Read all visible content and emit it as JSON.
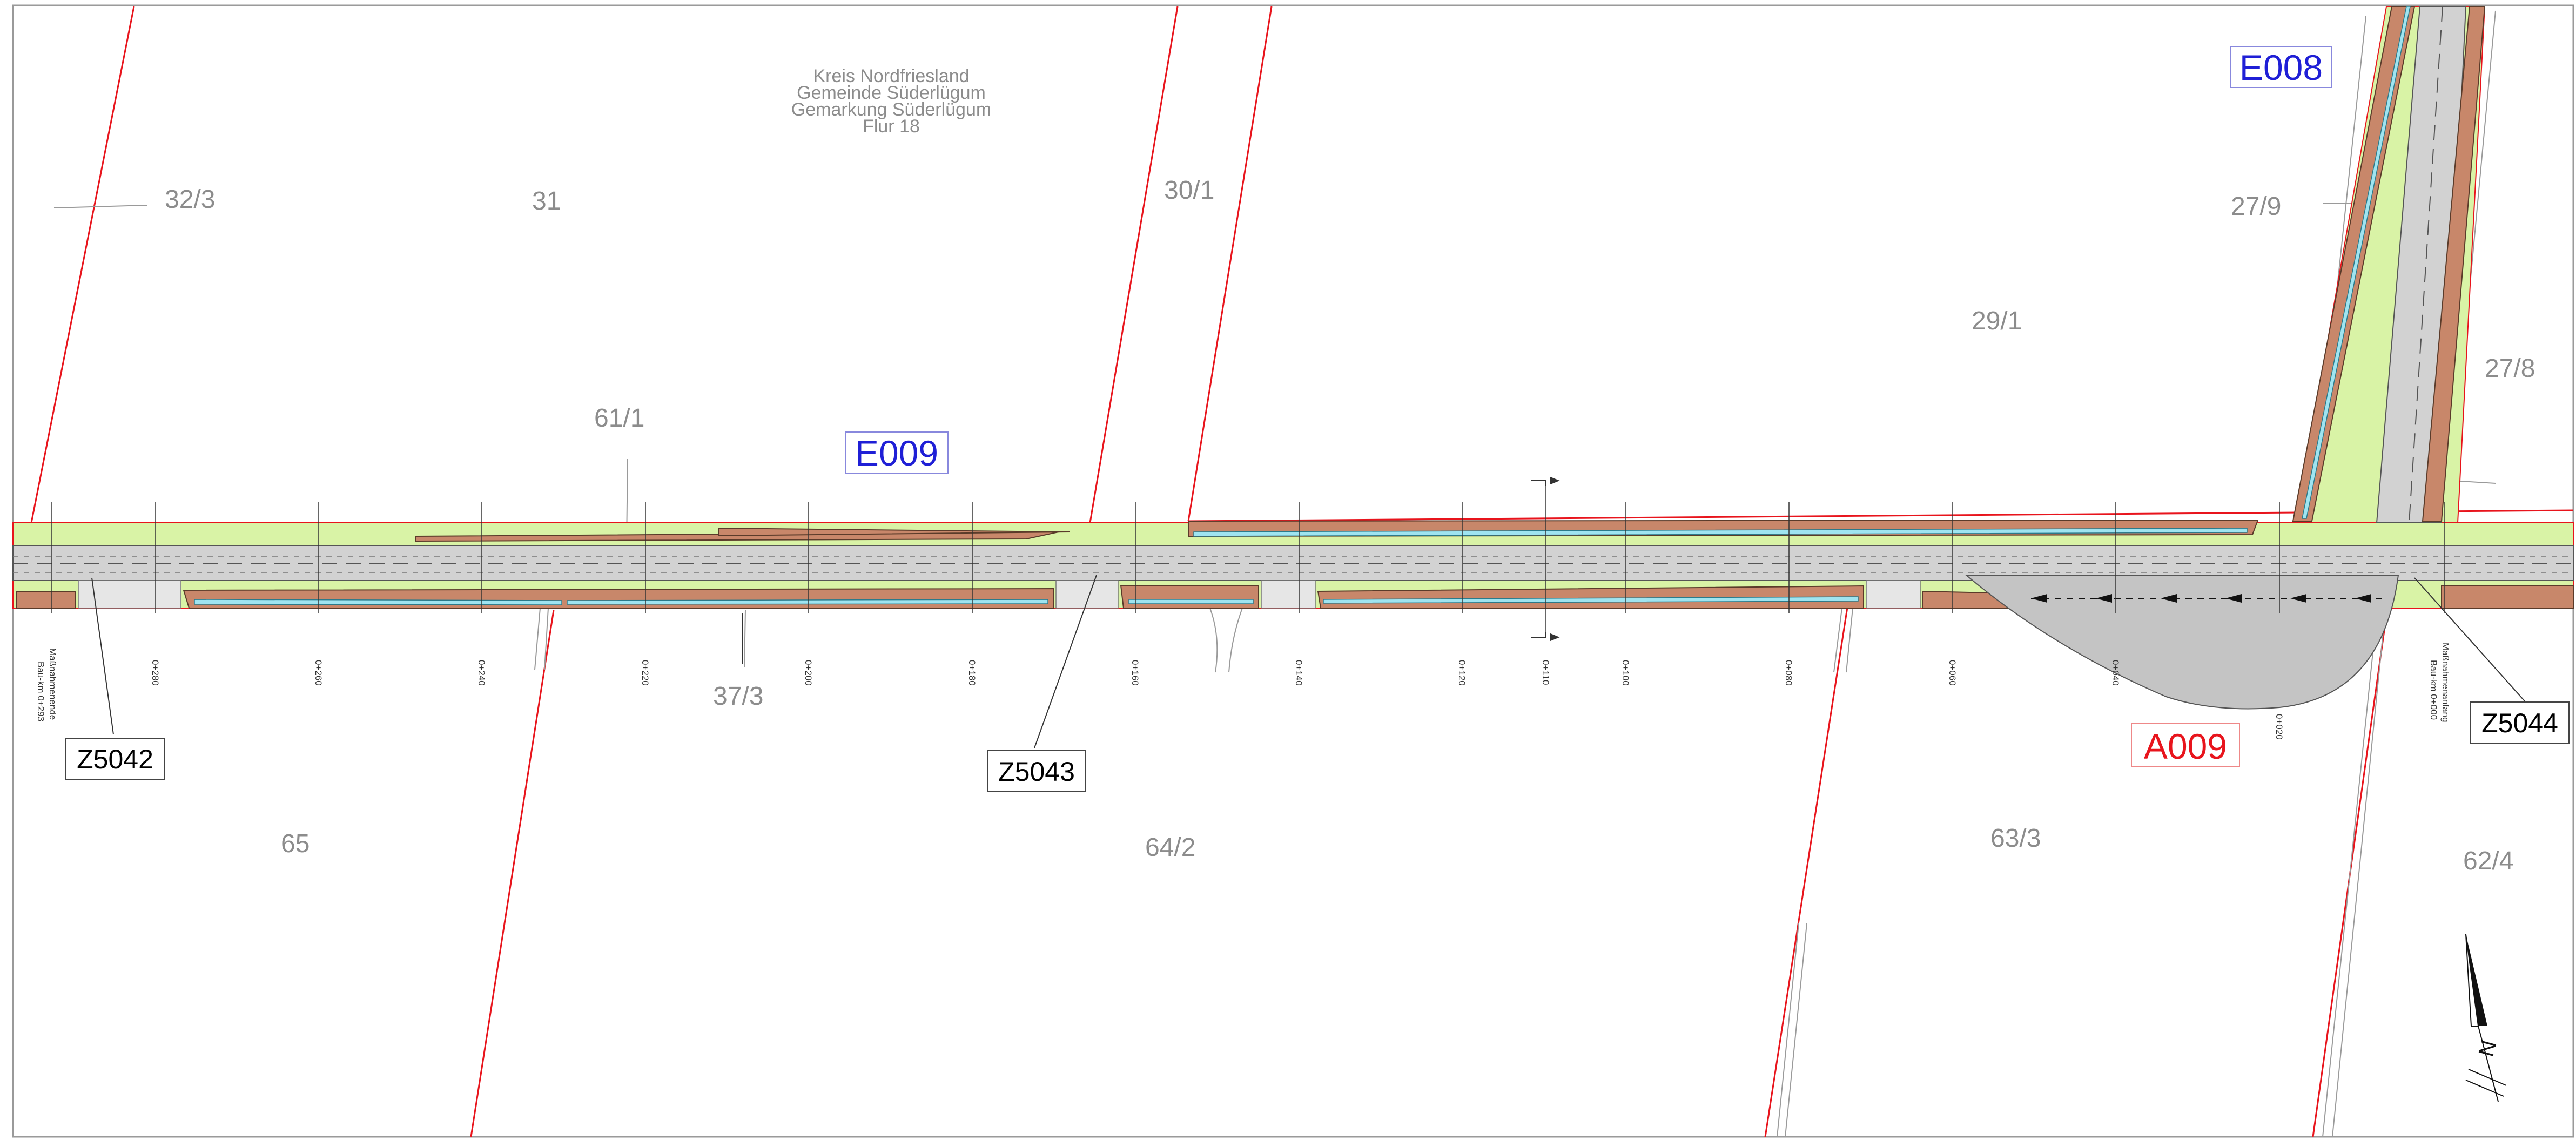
{
  "colors": {
    "parcel_boundary": "#e8141c",
    "road": "#d2d2d2",
    "green_strip": "#d9f3a6",
    "ditch": "#9fe4f0",
    "embankment": "#c8876a",
    "label": "#8c8c8c",
    "code_blue": "#1f1fd6",
    "code_red": "#e8141c"
  },
  "header": {
    "district": "Kreis Nordfriesland",
    "municipality": "Gemeinde Süderlügum",
    "cadastral_area": "Gemarkung  Süderlügum",
    "flur": "Flur 18"
  },
  "parcels": {
    "p32_3": "32/3",
    "p31": "31",
    "p30_1": "30/1",
    "p29_1": "29/1",
    "p27_9": "27/9",
    "p27_8": "27/8",
    "p61_1": "61/1",
    "p37_3": "37/3",
    "p65": "65",
    "p64_2": "64/2",
    "p63_3": "63/3",
    "p62_4": "62/4"
  },
  "codes": {
    "e009": "E009",
    "e008": "E008",
    "a009": "A009"
  },
  "callouts": {
    "z5042": "Z5042",
    "z5043": "Z5043",
    "z5044": "Z5044"
  },
  "stations": {
    "s280": "0+280",
    "s260": "0+260",
    "s240": "0+240",
    "s220": "0+220",
    "s200": "0+200",
    "s180": "0+180",
    "s160": "0+160",
    "s140": "0+140",
    "s120": "0+120",
    "s110": "0+110",
    "s100": "0+100",
    "s080": "0+080",
    "s060": "0+060",
    "s040": "0+040",
    "s020": "0+020"
  },
  "notes": {
    "end_line1": "Maßnahmenende",
    "end_line2": "Bau-km 0+293",
    "start_line1": "Maßnahmenanfang",
    "start_line2": "Bau-km 0+000"
  },
  "north_arrow": {
    "letter": "N",
    "icon": "north-arrow-icon"
  }
}
